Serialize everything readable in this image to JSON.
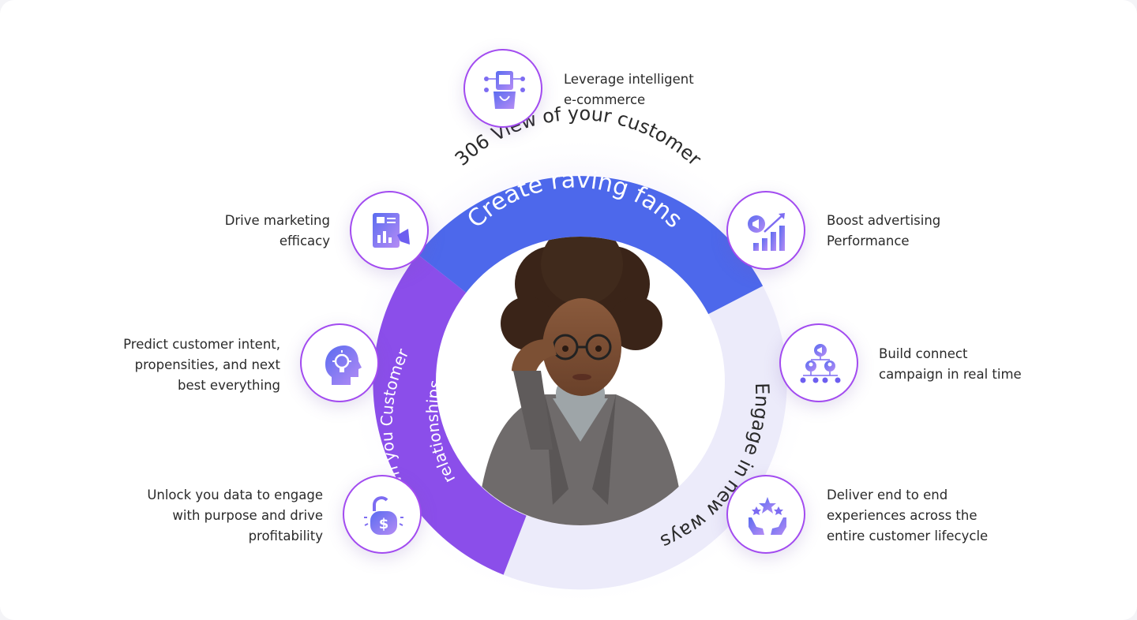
{
  "ring": {
    "outer_caption": "306 View of your customer",
    "top_segment": "Create raving fans",
    "left_segment_line1": "Own you Customer",
    "left_segment_line2": "relationships",
    "right_segment": "Engage in new ways"
  },
  "features": [
    {
      "id": "ecommerce",
      "icon": "shopping-bag-network-icon",
      "lines": [
        "Leverage intelligent",
        "e-commerce"
      ]
    },
    {
      "id": "marketing",
      "icon": "marketing-report-megaphone-icon",
      "lines": [
        "Drive marketing",
        "efficacy"
      ]
    },
    {
      "id": "advertising",
      "icon": "growth-chart-megaphone-icon",
      "lines": [
        "Boost advertising",
        "Performance"
      ]
    },
    {
      "id": "predict",
      "icon": "head-lightbulb-icon",
      "lines": [
        "Predict customer intent,",
        "propensities, and next",
        "best everything"
      ]
    },
    {
      "id": "campaign",
      "icon": "connected-people-network-icon",
      "lines": [
        "Build connect",
        "campaign in real time"
      ]
    },
    {
      "id": "unlock",
      "icon": "unlocked-dollar-padlock-icon",
      "lines": [
        "Unlock you data to engage",
        "with purpose and drive",
        "profitability"
      ]
    },
    {
      "id": "lifecycle",
      "icon": "hands-stars-icon",
      "lines": [
        "Deliver end to end",
        "experiences across the",
        "entire customer lifecycle"
      ]
    }
  ],
  "colors": {
    "blue_segment": "#4d68eb",
    "purple_segment": "#8b4eea",
    "light_segment": "#ecebfa",
    "icon_border": "#a24bf0",
    "icon_gradient_start": "#5a6cf0",
    "icon_gradient_end": "#b68cf5"
  }
}
